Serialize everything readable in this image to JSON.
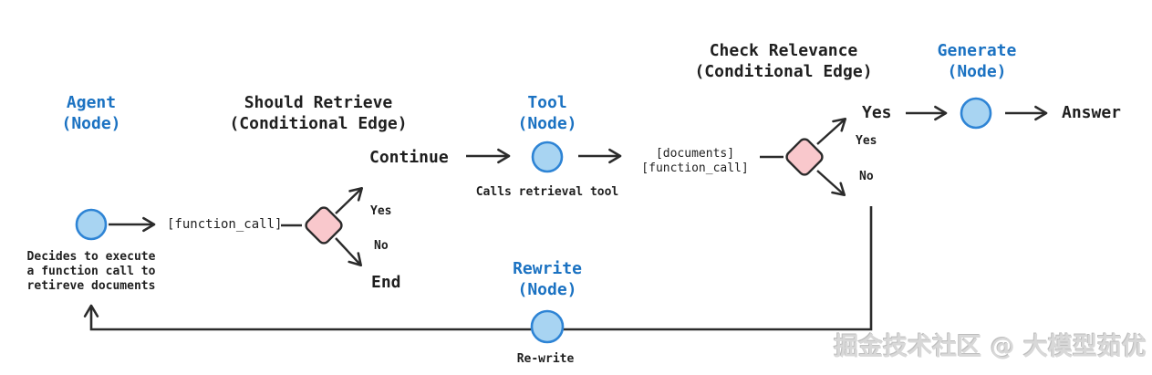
{
  "colors": {
    "node_title_blue": "#1b72c2",
    "node_fill": "#a8d4f2",
    "node_stroke": "#2e84d5",
    "diamond_fill": "#f9c8cc",
    "diamond_stroke": "#2b2b2b",
    "line": "#2b2b2b",
    "text": "#1f1f1f",
    "watermark_gray": "#d8d8d8"
  },
  "nodes": {
    "agent": {
      "title": "Agent\n(Node)",
      "description": "Decides to execute\na function call to\nretireve documents"
    },
    "tool": {
      "title": "Tool\n(Node)",
      "description": "Calls retrieval tool"
    },
    "generate": {
      "title": "Generate\n(Node)"
    },
    "rewrite": {
      "title": "Rewrite\n(Node)",
      "description": "Re-write"
    }
  },
  "edges": {
    "should_retrieve": {
      "title": "Should Retrieve\n(Conditional Edge)",
      "input_label": "[function_call]",
      "continue_label": "Continue",
      "yes_label": "Yes",
      "no_label": "No",
      "end_label": "End"
    },
    "check_relevance": {
      "title": "Check Relevance\n(Conditional Edge)",
      "input_label": "[documents]\n[function_call]",
      "yes_branch_label": "Yes",
      "yes_label": "Yes",
      "no_label": "No"
    }
  },
  "outputs": {
    "answer_label": "Answer"
  },
  "watermark": "掘金技术社区 @ 大模型茹优"
}
